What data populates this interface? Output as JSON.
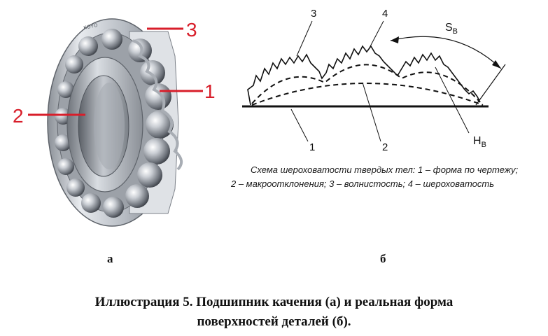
{
  "bearing": {
    "brand": "KOYO",
    "labels": [
      "1",
      "2",
      "3"
    ]
  },
  "roughness": {
    "labels": {
      "n3": "3",
      "n4": "4",
      "n1": "1",
      "n2": "2",
      "s_main": "S",
      "s_sub": "B",
      "h_main": "H",
      "h_sub": "B"
    },
    "caption_line1": "Схема шероховатости твердых тел: 1 – форма по чертежу;",
    "caption_line2": "2 – макроотклонения; 3 – волнистость; 4 – шероховатость"
  },
  "panel_letters": {
    "a": "а",
    "b": "б"
  },
  "figure_caption": {
    "line1": "Иллюстрация 5. Подшипник качения (а) и реальная форма",
    "line2": "поверхностей деталей (б)."
  }
}
